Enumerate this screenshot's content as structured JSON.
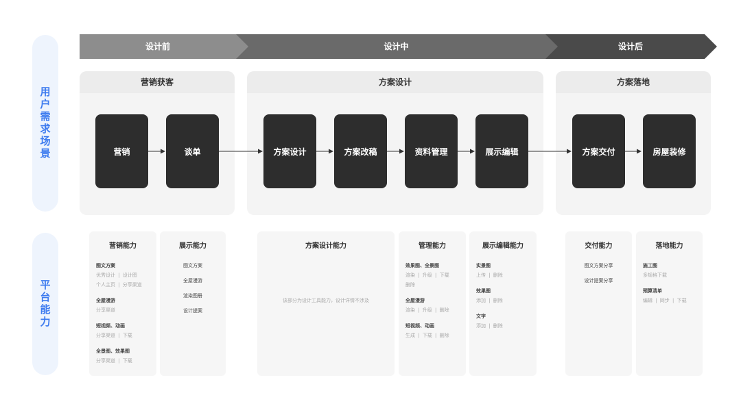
{
  "side_labels": {
    "user_scenarios": "用户需求场景",
    "platform": "平台能力"
  },
  "phases": [
    "设计前",
    "设计中",
    "设计后"
  ],
  "groups": [
    "营销获客",
    "方案设计",
    "方案落地"
  ],
  "nodes": [
    "营销",
    "谈单",
    "方案设计",
    "方案改稿",
    "资料管理",
    "展示编辑",
    "方案交付",
    "房屋装修"
  ],
  "capabilities": {
    "marketing": {
      "title": "营销能力",
      "items": [
        {
          "title": "图文方案",
          "lines": [
            "优秀设计 | 设计图",
            "个人主页 | 分享渠道"
          ]
        },
        {
          "title": "全屋漫游",
          "lines": [
            "分享渠道"
          ]
        },
        {
          "title": "短视频、动画",
          "lines": [
            "分享渠道 | 下载"
          ]
        },
        {
          "title": "全景图、效果图",
          "lines": [
            "分享渠道 | 下载"
          ]
        }
      ]
    },
    "display": {
      "title": "展示能力",
      "items": [
        "图文方案",
        "全屋漫游",
        "渲染图册",
        "设计提案"
      ]
    },
    "scheme_design": {
      "title": "方案设计能力",
      "note": "该部分为设计工具能力，设计详情不涉及"
    },
    "management": {
      "title": "管理能力",
      "items": [
        {
          "title": "效果图、全景图",
          "lines": [
            "渲染 | 升级 | 下载",
            "删除"
          ]
        },
        {
          "title": "全屋漫游",
          "lines": [
            "渲染 | 升级 | 删除"
          ]
        },
        {
          "title": "短视频、动画",
          "lines": [
            "生成 | 下载 | 删除"
          ]
        }
      ]
    },
    "display_edit": {
      "title": "展示编辑能力",
      "items": [
        {
          "title": "实景图",
          "lines": [
            "上传 | 删除"
          ]
        },
        {
          "title": "效果图",
          "lines": [
            "添加 | 删除"
          ]
        },
        {
          "title": "文字",
          "lines": [
            "添加 | 删除"
          ]
        }
      ]
    },
    "delivery": {
      "title": "交付能力",
      "items": [
        "图文方案分享",
        "设计提案分享"
      ]
    },
    "landing": {
      "title": "落地能力",
      "items": [
        {
          "title": "施工图",
          "lines": [
            "多规格下载"
          ]
        },
        {
          "title": "预算清单",
          "lines": [
            "编辑 | 同步 | 下载"
          ]
        }
      ]
    }
  },
  "colors": {
    "accent": "#3d7bef",
    "side_bg": "#eef4fd",
    "node": "#2d2d2d",
    "arrow": "#333333"
  }
}
